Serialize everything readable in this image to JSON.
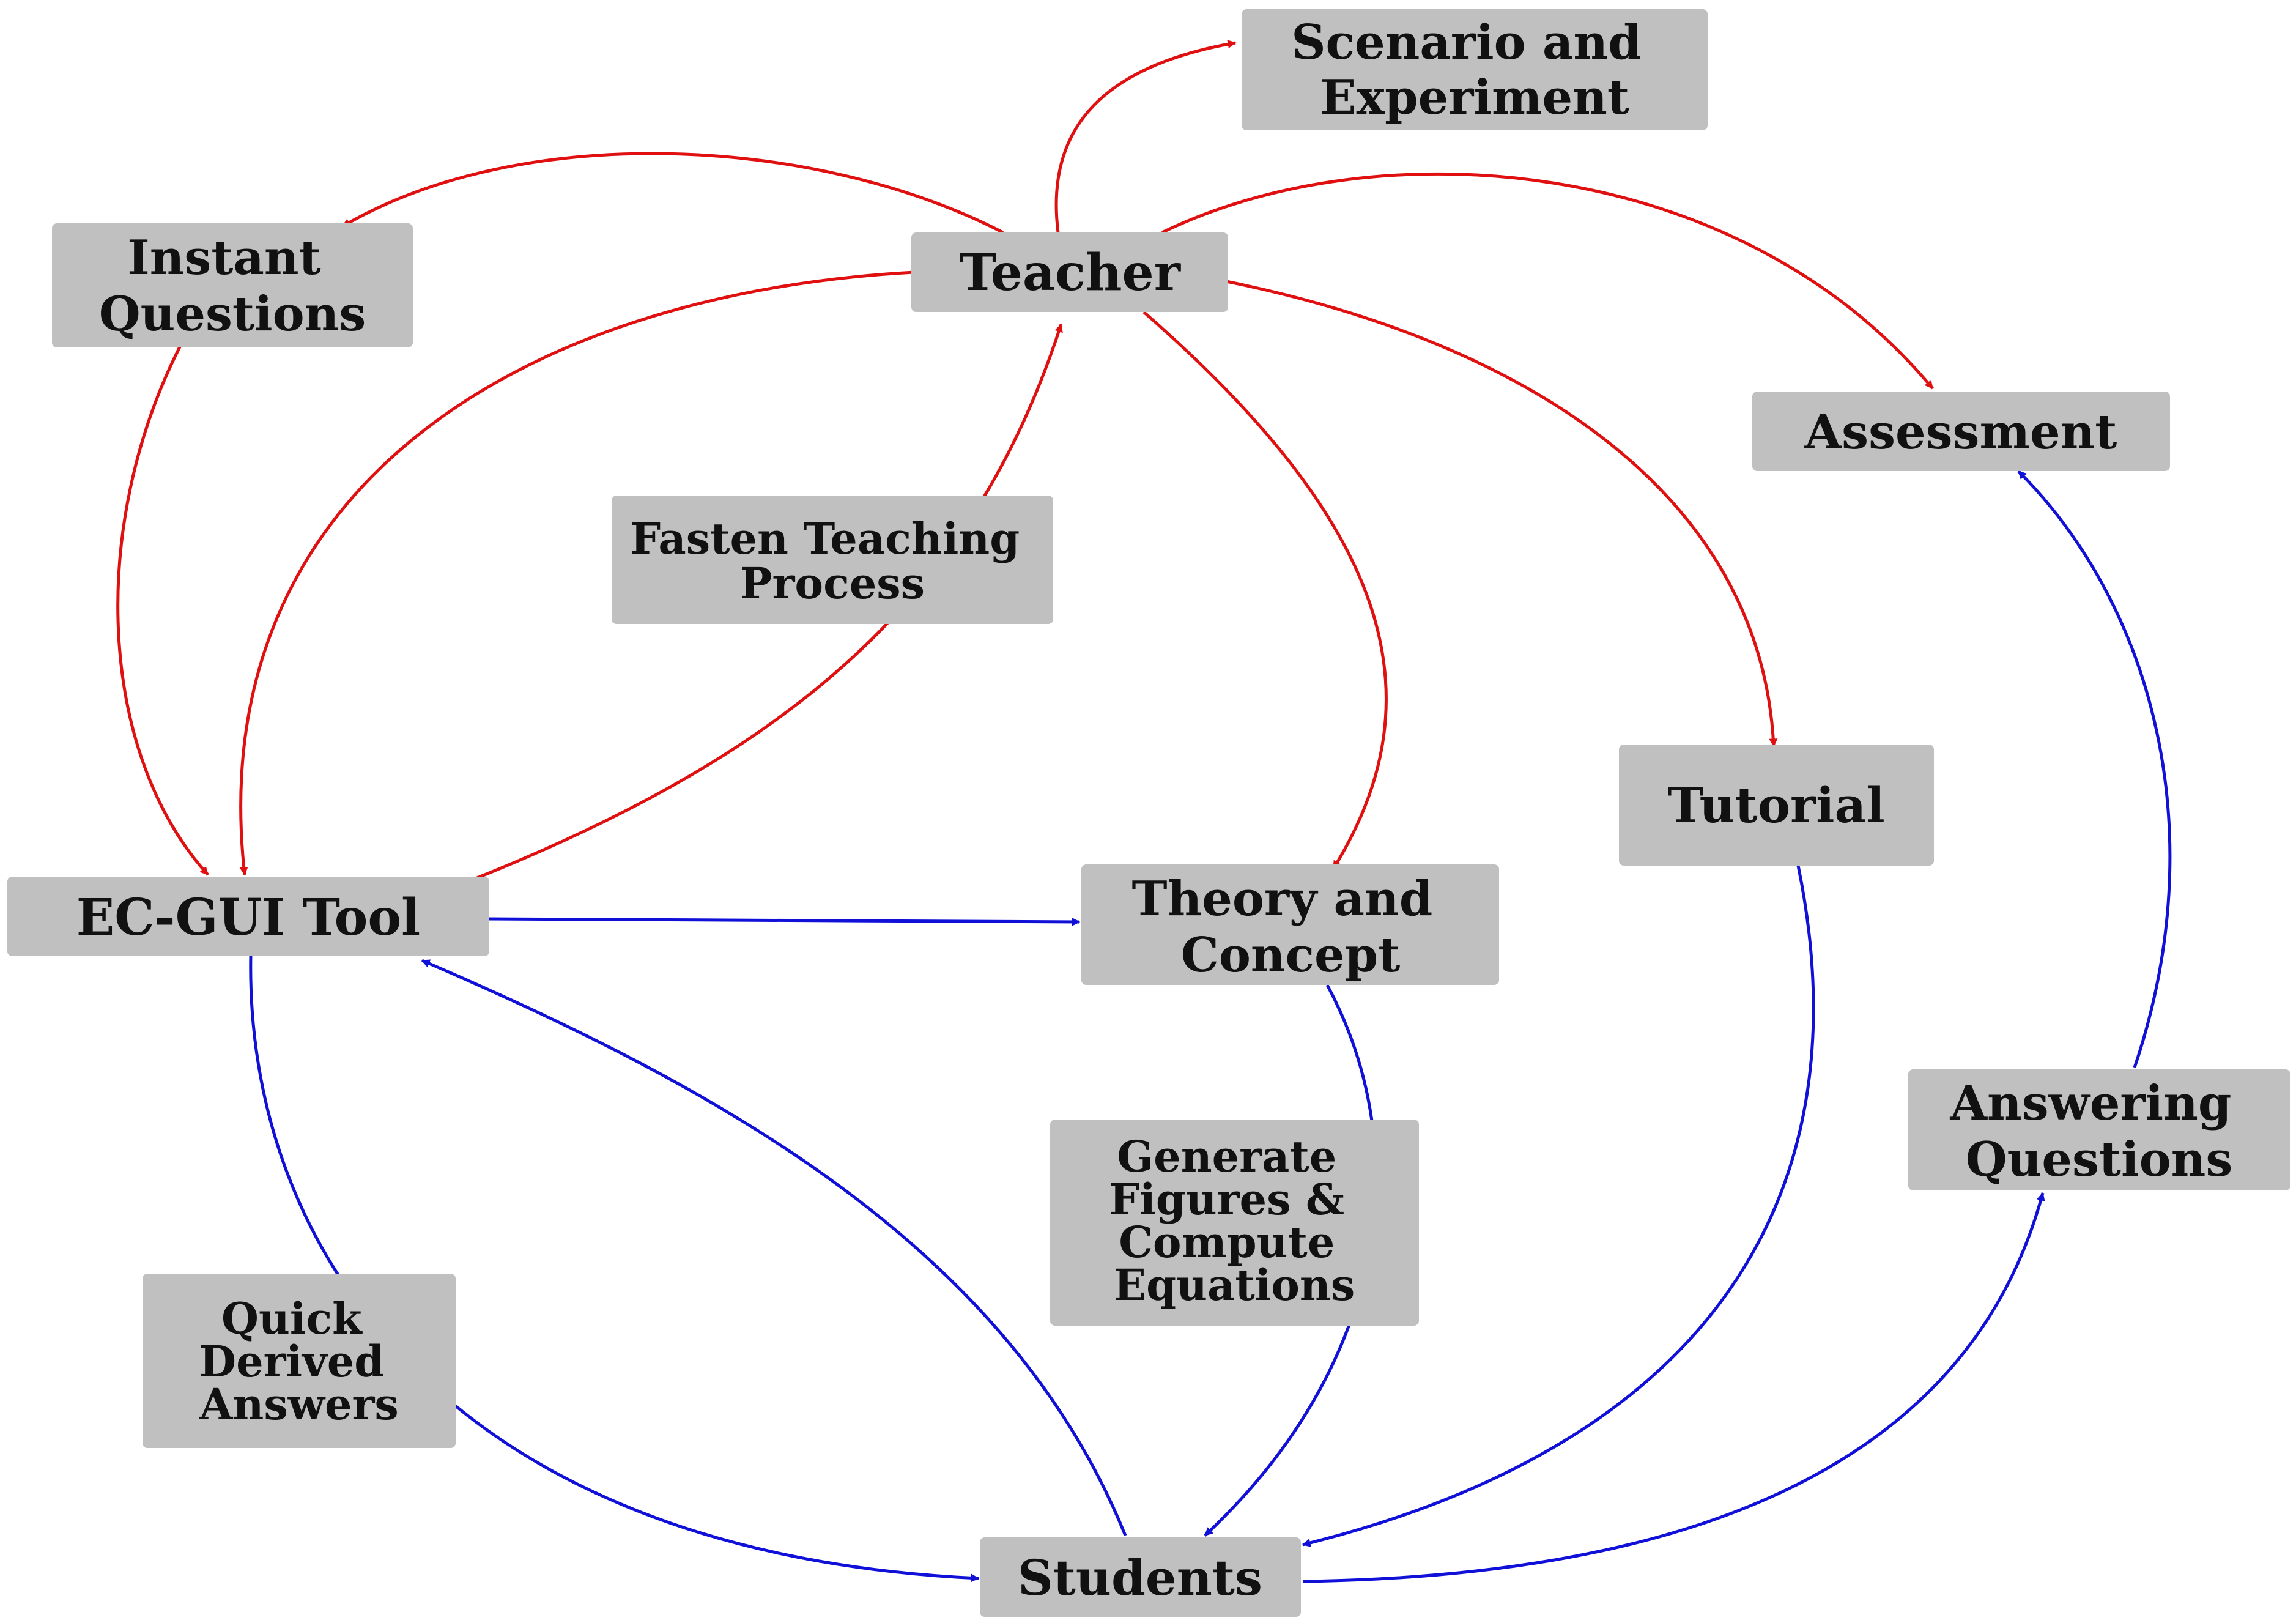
{
  "colors": {
    "node_fill": "#c0c0c0",
    "teacher_flow": "#e01010",
    "student_flow": "#1010d8",
    "text": "#111111"
  },
  "nodes": {
    "scenario": [
      "Scenario and",
      "Experiment"
    ],
    "instant": [
      "Instant",
      "Questions"
    ],
    "teacher": [
      "Teacher"
    ],
    "assessment": [
      "Assessment"
    ],
    "fasten": [
      "Fasten Teaching",
      "Process"
    ],
    "tutorial": [
      "Tutorial"
    ],
    "ecgui": [
      "EC-GUI Tool"
    ],
    "theory": [
      "Theory and",
      "Concept"
    ],
    "answering": [
      "Answering",
      "Questions"
    ],
    "generate": [
      "Generate",
      "Figures &",
      "Compute",
      "Equations"
    ],
    "quick": [
      "Quick",
      "Derived",
      "Answers"
    ],
    "students": [
      "Students"
    ]
  }
}
